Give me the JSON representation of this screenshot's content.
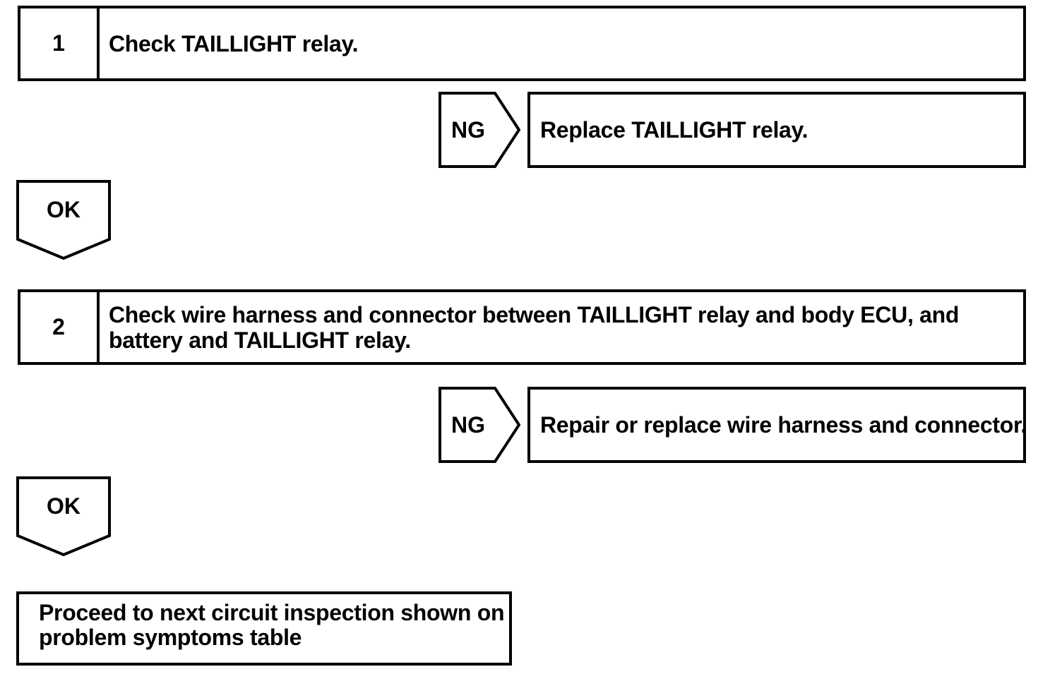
{
  "page": {
    "ink_color": "#000000",
    "paper_color": "#ffffff"
  },
  "flowchart": {
    "steps": [
      {
        "number": "1",
        "instruction": "Check TAILLIGHT relay.",
        "ng": {
          "label": "NG",
          "action": "Replace TAILLIGHT relay."
        },
        "ok": {
          "label": "OK"
        }
      },
      {
        "number": "2",
        "instruction_line1": "Check wire harness and connector between TAILLIGHT relay and body ECU, and",
        "instruction_line2": "battery and TAILLIGHT relay.",
        "ng": {
          "label": "NG",
          "action": "Repair or replace wire harness and connector."
        },
        "ok": {
          "label": "OK"
        }
      }
    ],
    "end": {
      "line1": "Proceed to next circuit inspection shown on",
      "line2": "problem symptoms table"
    }
  }
}
